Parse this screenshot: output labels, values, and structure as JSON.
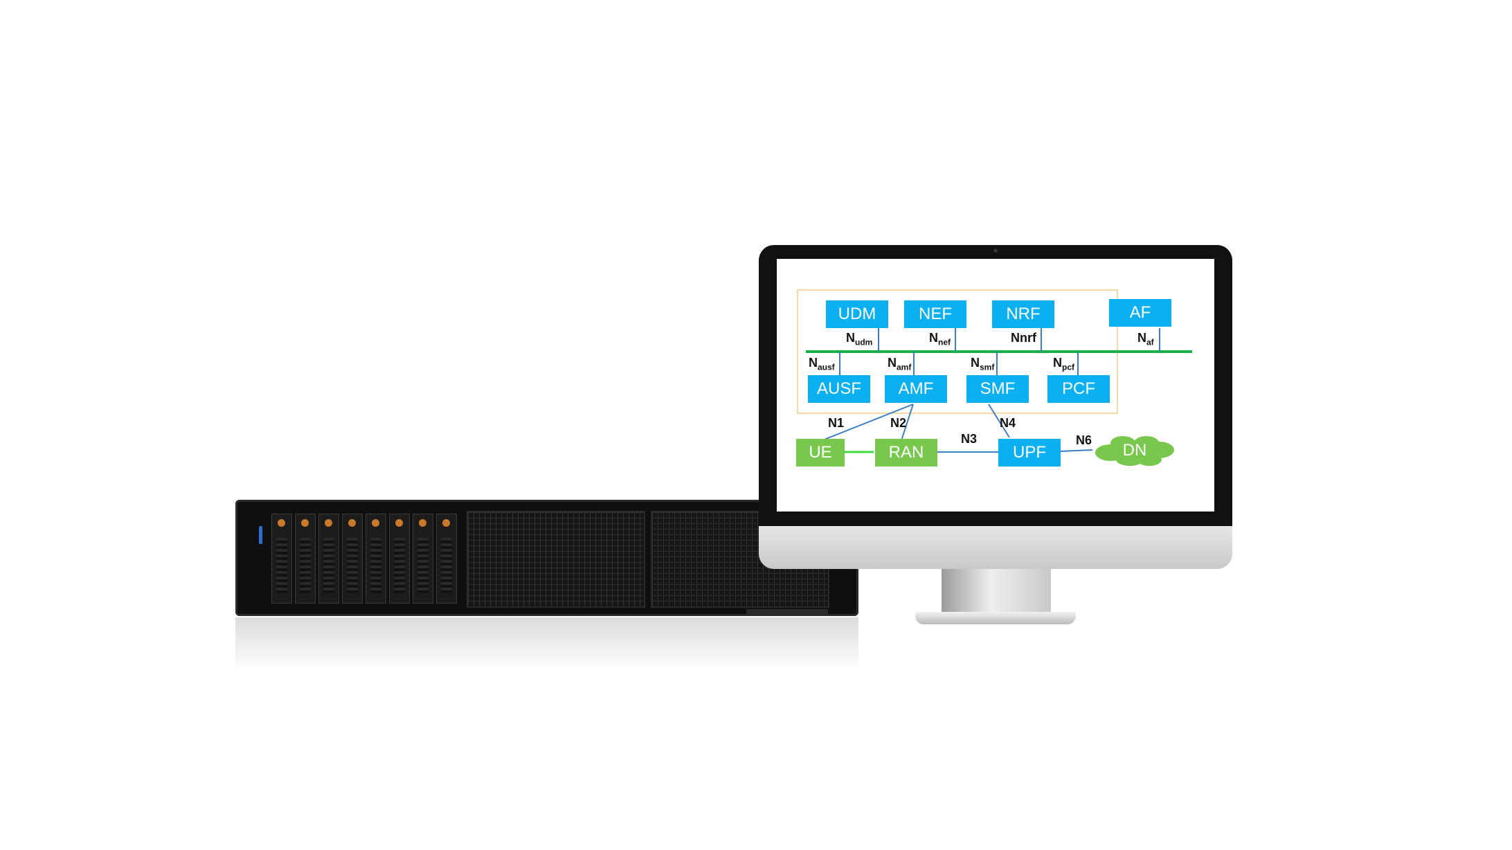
{
  "nodes": {
    "udm": "UDM",
    "nef": "NEF",
    "nrf": "NRF",
    "af": "AF",
    "ausf": "AUSF",
    "amf": "AMF",
    "smf": "SMF",
    "pcf": "PCF",
    "ue": "UE",
    "ran": "RAN",
    "upf": "UPF",
    "dn": "DN"
  },
  "interfaces": {
    "nudm": {
      "n": "N",
      "sub": "udm"
    },
    "nnef": {
      "n": "N",
      "sub": "nef"
    },
    "nnrf": "Nnrf",
    "naf": {
      "n": "N",
      "sub": "af"
    },
    "nausf": {
      "n": "N",
      "sub": "ausf"
    },
    "namf": {
      "n": "N",
      "sub": "amf"
    },
    "nsmf": {
      "n": "N",
      "sub": "smf"
    },
    "npcf": {
      "n": "N",
      "sub": "pcf"
    },
    "n1": "N1",
    "n2": "N2",
    "n3": "N3",
    "n4": "N4",
    "n6": "N6"
  },
  "colors": {
    "nf_blue": "#0ab0ef",
    "access_green": "#78c84e",
    "bus_green": "#1aaf4a",
    "link_blue": "#3c7ec6",
    "boundary": "#f6d9a0"
  }
}
